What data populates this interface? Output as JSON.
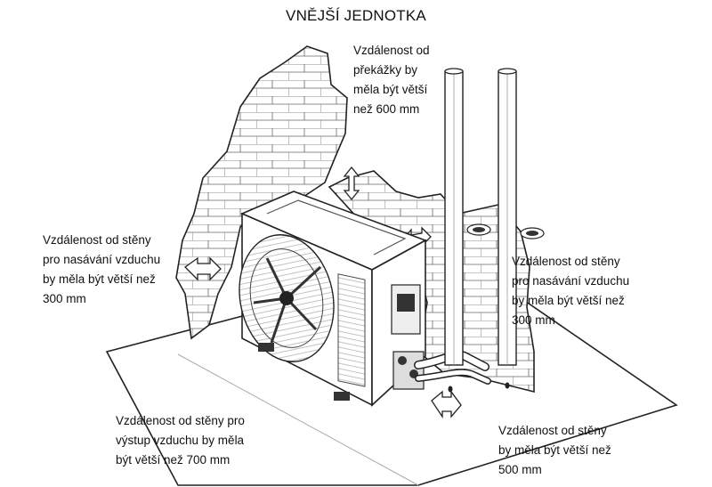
{
  "title": "VNĚJŠÍ JEDNOTKA",
  "labels": {
    "top": "Vzdálenost od\npřekážky by\nměla být větší\nnež 600 mm",
    "left": "Vzdálenost od stěny\npro nasávání vzduchu\nby měla být větší než\n300 mm",
    "right": "Vzdálenost od stěny\npro nasávání vzduchu\nby měla být větší než\n300 mm",
    "front": "Vzdálenost od stěny pro\nvýstup vzduchu by měla\nbýt větší než 700 mm",
    "bottom": "Vzdálenost od stěny\nby měla být větší než\n500 mm"
  }
}
